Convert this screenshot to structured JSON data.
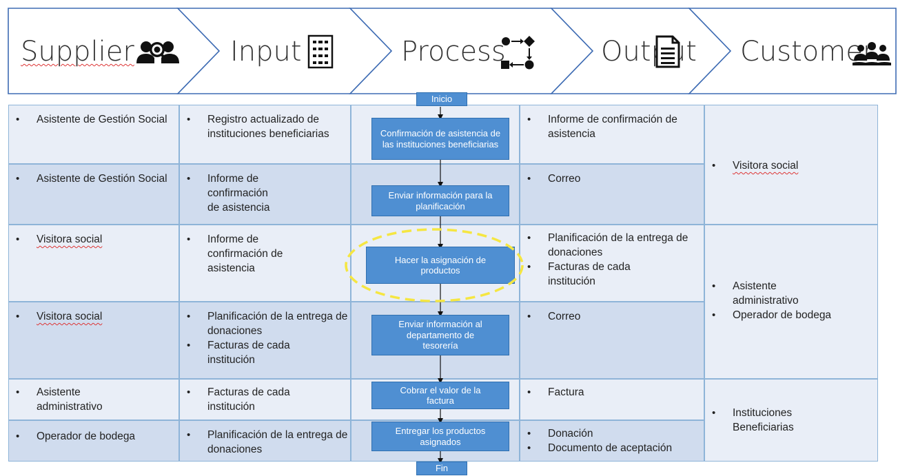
{
  "header": {
    "stages": [
      {
        "label": "Supplier",
        "icon": "user-search-icon"
      },
      {
        "label": "Input",
        "icon": "checklist-icon"
      },
      {
        "label": "Process",
        "icon": "flow-shapes-icon"
      },
      {
        "label": "Output",
        "icon": "document-icon"
      },
      {
        "label": "Customer",
        "icon": "group-icon"
      }
    ]
  },
  "rows": [
    {
      "supplier": [
        "Asistente de Gestión Social"
      ],
      "input": [
        "Registro actualizado de instituciones beneficiarias"
      ],
      "output": [
        "Informe de confirmación de asistencia"
      ]
    },
    {
      "supplier": [
        "Asistente de Gestión Social"
      ],
      "input": [
        "Informe de confirmación de asistencia"
      ],
      "output": [
        "Correo"
      ]
    },
    {
      "supplier": [
        "Visitora social"
      ],
      "input": [
        "Informe de confirmación de asistencia"
      ],
      "output": [
        "Planificación de la entrega de donaciones",
        "Facturas de cada institución"
      ]
    },
    {
      "supplier": [
        "Visitora social"
      ],
      "input": [
        "Planificación de la entrega de donaciones",
        "Facturas de cada institución"
      ],
      "output": [
        "Correo"
      ]
    },
    {
      "supplier": [
        "Asistente administrativo"
      ],
      "input": [
        "Facturas de cada institución"
      ],
      "output": [
        "Factura"
      ]
    },
    {
      "supplier": [
        "Operador de bodega"
      ],
      "input": [
        "Planificación de la entrega de donaciones"
      ],
      "output": [
        "Donación",
        "Documento de aceptación"
      ]
    }
  ],
  "customers": [
    {
      "items": [
        "Visitora social"
      ]
    },
    {
      "items": [
        "Asistente administrativo",
        "Operador de bodega"
      ]
    },
    {
      "items": [
        "Instituciones Beneficiarias"
      ]
    }
  ],
  "process": {
    "start": "Inicio",
    "end": "Fin",
    "steps": [
      "Confirmación de asistencia de las instituciones beneficiarias",
      "Enviar información para la planificación",
      "Hacer la asignación de productos",
      "Enviar información al departamento de tesorería",
      "Cobrar el valor de la factura",
      "Entregar los productos asignados"
    ]
  },
  "colors": {
    "header_border": "#3d6bb3",
    "cell_border": "#8eb4d8",
    "row_light": "#e9eef7",
    "row_dark": "#d0dcee",
    "process_box": "#4f8fd2",
    "highlight_ellipse": "#f5e642"
  }
}
